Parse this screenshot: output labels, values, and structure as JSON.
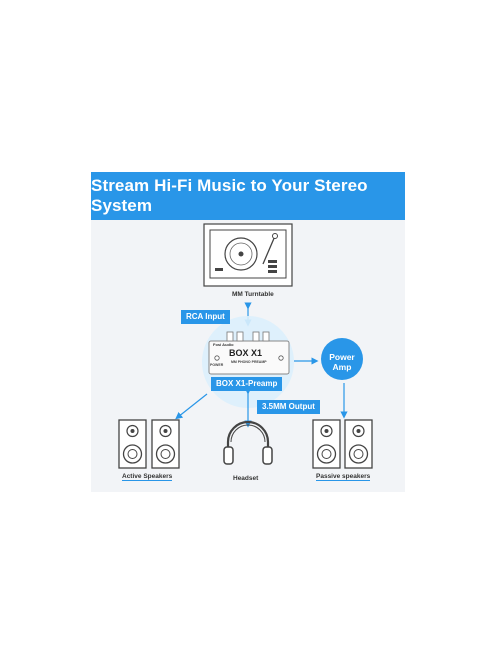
{
  "banner": {
    "title": "Stream Hi-Fi Music to Your Stereo System"
  },
  "labels": {
    "turntable": "MM Turntable",
    "rca_input": "RCA Input",
    "preamp": "BOX X1-Preamp",
    "power_amp_line1": "Power",
    "power_amp_line2": "Amp",
    "output": "3.5MM Output",
    "active_speakers": "Active Speakers",
    "headset": "Headset",
    "passive_speakers": "Passive speakers"
  },
  "device": {
    "brand": "Fosi Audio",
    "model": "BOX X1",
    "subtitle": "MM PHONO PREAMP",
    "power_label": "POWER"
  },
  "colors": {
    "accent": "#2996e8",
    "line": "#555555",
    "panel": "#f2f4f7"
  }
}
